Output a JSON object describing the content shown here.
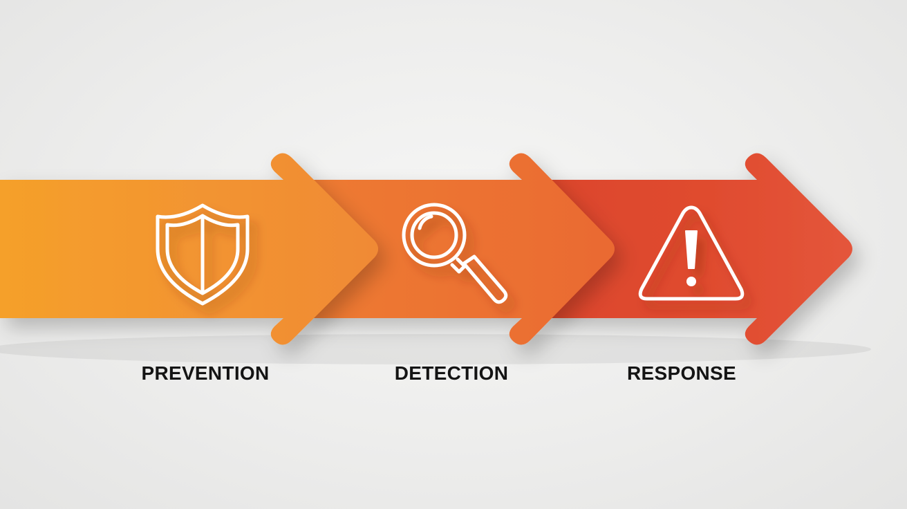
{
  "stages": [
    {
      "label": "PREVENTION",
      "icon": "shield-icon"
    },
    {
      "label": "DETECTION",
      "icon": "magnifier-icon"
    },
    {
      "label": "RESPONSE",
      "icon": "warning-triangle-icon"
    }
  ],
  "colors": {
    "background": "#efefee",
    "arrow_1_start": "#f39a2c",
    "arrow_1_end": "#f08a35",
    "arrow_2_start": "#ee7b33",
    "arrow_2_end": "#ea6a33",
    "arrow_3_start": "#df4a2d",
    "arrow_3_end": "#e2533a",
    "icon_stroke": "#ffffff",
    "label_text": "#141414"
  }
}
